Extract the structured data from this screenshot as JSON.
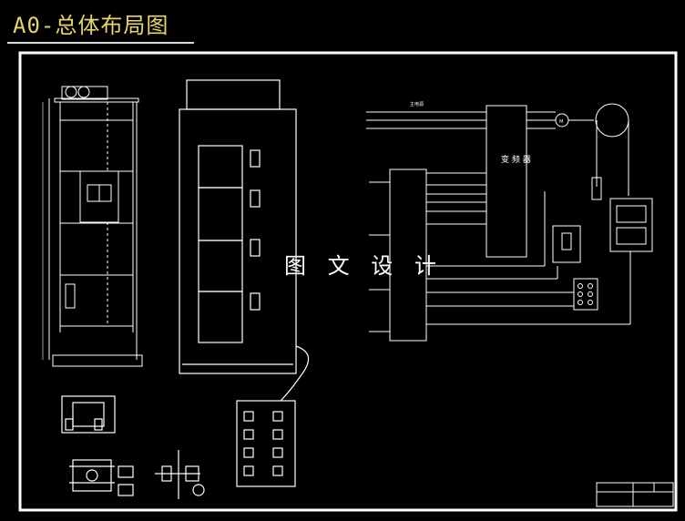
{
  "drawing": {
    "title": "A0-总体布局图",
    "watermark": "图 文 设 计",
    "inverter_label": "变 频 器",
    "label_top": "主电源",
    "label_m": "M",
    "accent_color": "#e6d66a",
    "line_color": "#ffffff"
  },
  "icons": [
    "elevator-shaft",
    "cabinet",
    "motor-icon",
    "traction-sheave",
    "control-pendant"
  ]
}
